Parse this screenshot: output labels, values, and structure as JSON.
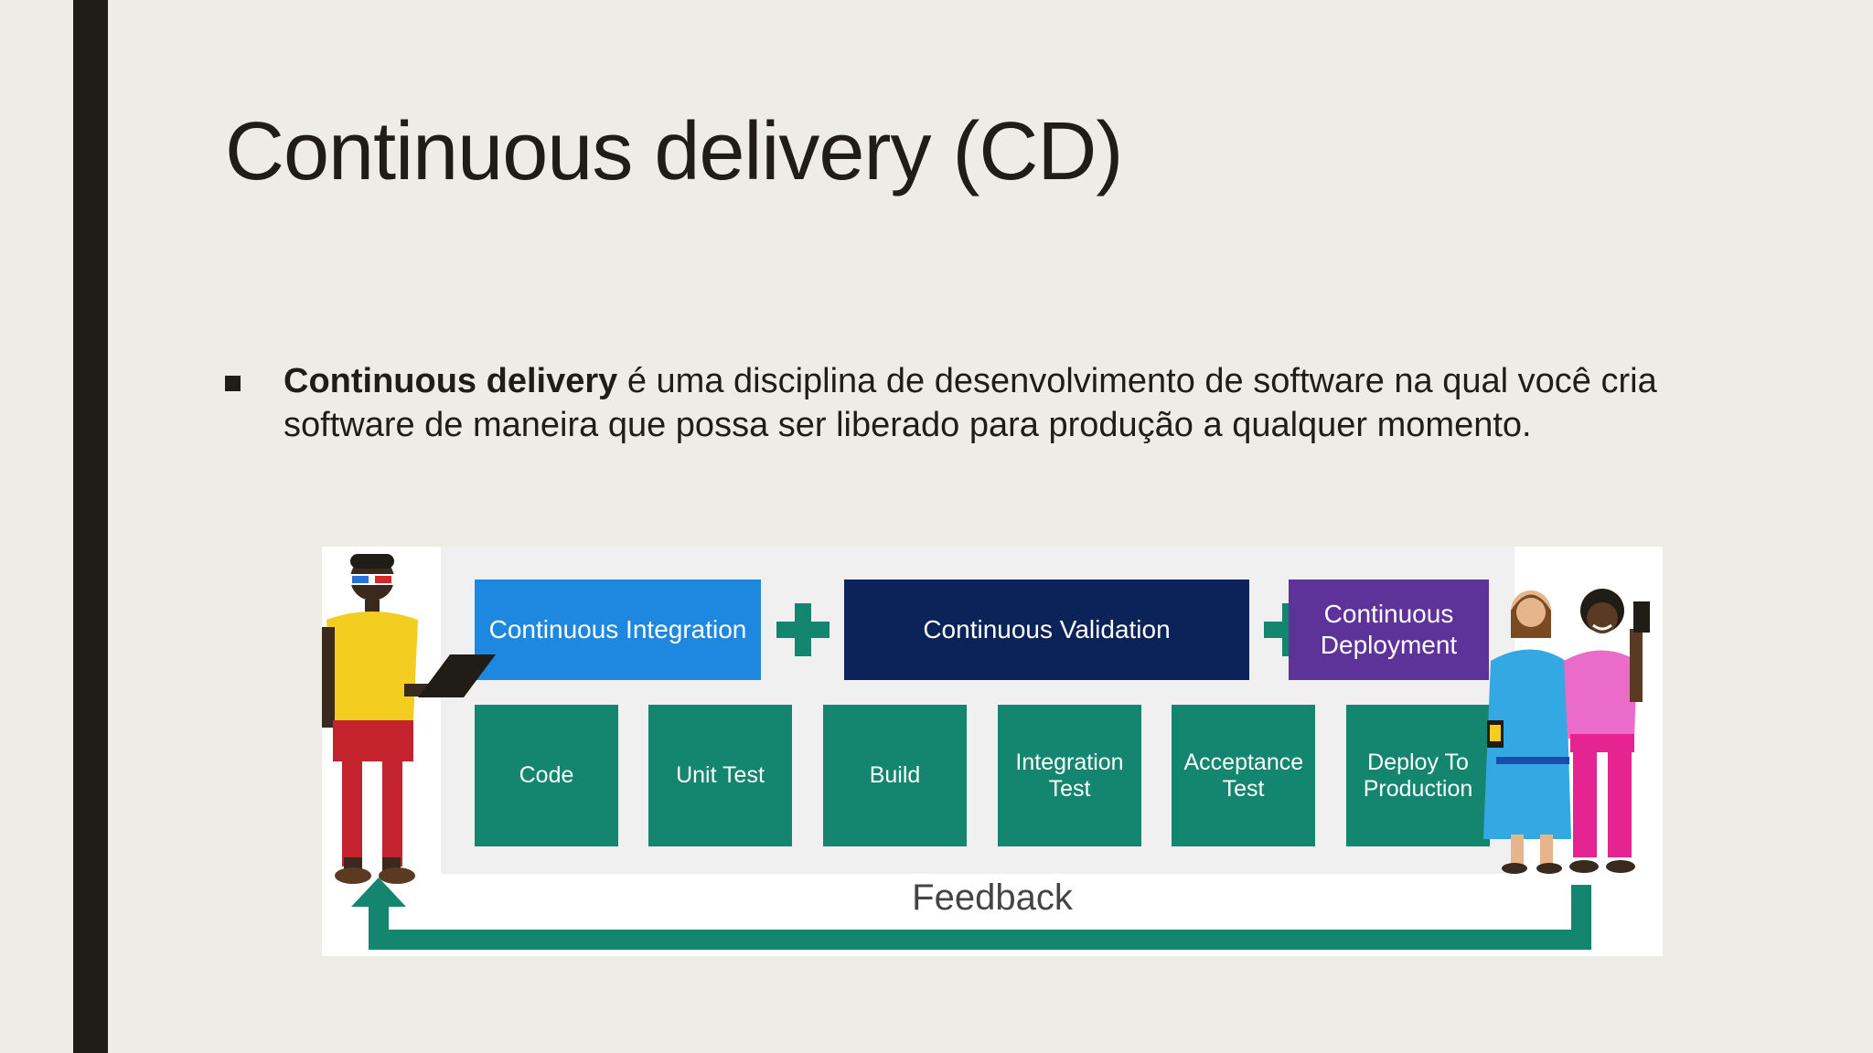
{
  "slide": {
    "title": "Continuous delivery (CD)",
    "bullet_bold": "Continuous delivery",
    "bullet_text": " é uma disciplina de desenvolvimento de software na qual você cria software de maneira que possa ser liberado para produção a qualquer momento."
  },
  "diagram": {
    "phases": {
      "ci": "Continuous Integration",
      "cv": "Continuous Validation",
      "cd": "Continuous Deployment"
    },
    "stages": [
      "Code",
      "Unit Test",
      "Build",
      "Integration Test",
      "Acceptance Test",
      "Deploy To Production"
    ],
    "feedback": "Feedback",
    "colors": {
      "ci": "#1e88e0",
      "cv": "#0b2358",
      "cd": "#5e3399",
      "stage": "#14856f"
    }
  }
}
